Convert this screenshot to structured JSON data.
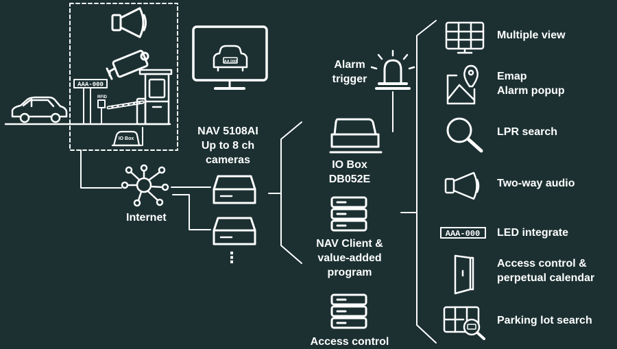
{
  "colors": {
    "background": "#1c3032",
    "line": "#ffffff"
  },
  "scene": {
    "plate_sign": "AAA-000",
    "rfid_label": "RFID",
    "io_box_label": "IO Box",
    "monitor_plate": "AA 000"
  },
  "labels": {
    "nav_lines": [
      "NAV 5108AI",
      "Up to 8 ch",
      "cameras"
    ],
    "internet": "Internet",
    "alarm_lines": [
      "Alarm",
      "trigger"
    ],
    "io_box_lines": [
      "IO Box",
      "DB052E"
    ],
    "client_lines": [
      "NAV Client &",
      "value-added",
      "program"
    ],
    "access_control": "Access control",
    "ellipsis": "⋮"
  },
  "features": [
    {
      "icon": "grid-view-icon",
      "lines": [
        "Multiple view"
      ]
    },
    {
      "icon": "map-pin-icon",
      "lines": [
        "Emap",
        "Alarm popup"
      ]
    },
    {
      "icon": "magnifier-icon",
      "lines": [
        "LPR search"
      ]
    },
    {
      "icon": "megaphone-icon",
      "lines": [
        "Two-way audio"
      ]
    },
    {
      "icon": "led-sign-icon",
      "lines": [
        "LED integrate"
      ],
      "icon_text": "AAA-000"
    },
    {
      "icon": "door-icon",
      "lines": [
        "Access control &",
        "perpetual calendar"
      ]
    },
    {
      "icon": "parking-search-icon",
      "lines": [
        "Parking lot search"
      ]
    }
  ]
}
